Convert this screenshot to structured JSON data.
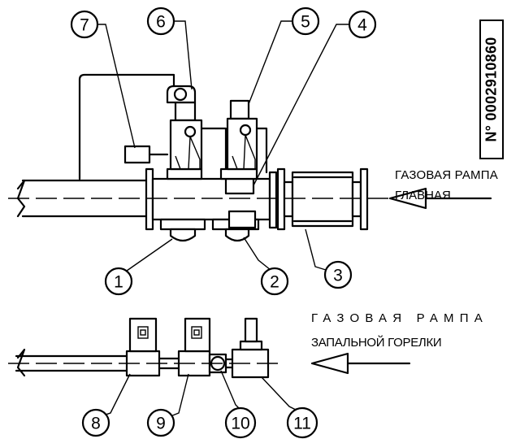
{
  "labels": {
    "main_ramp_line1": "ГАЗОВАЯ РАМПА",
    "main_ramp_line2": "ГЛАВНАЯ",
    "pilot_ramp_line1": "ГАЗОВАЯ РАМПА",
    "pilot_ramp_line2": "ЗАПАЛЬНОЙ ГОРЕЛКИ",
    "drawing_code": "N° 0002910860"
  },
  "callouts": [
    "1",
    "2",
    "3",
    "4",
    "5",
    "6",
    "7",
    "8",
    "9",
    "10",
    "11"
  ],
  "colors": {
    "ink": "#000000",
    "paper": "#ffffff"
  }
}
